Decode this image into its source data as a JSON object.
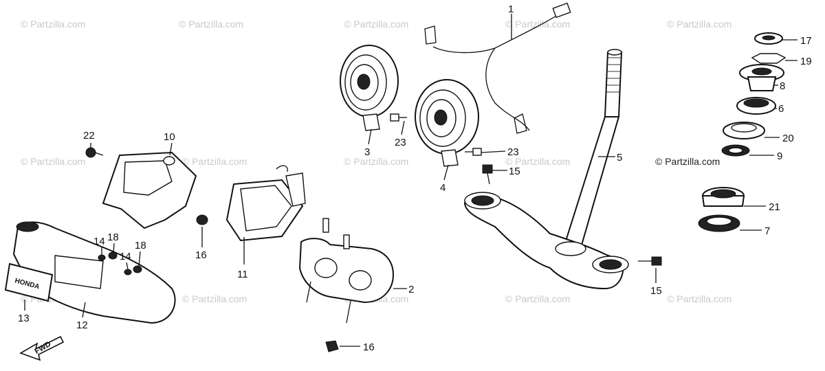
{
  "watermark": "© Partzilla.com",
  "watermark_main": "© Partzilla.com",
  "fwd_label": "FWD",
  "emblem_text": "HONDA",
  "callouts": [
    {
      "id": "c1",
      "text": "1"
    },
    {
      "id": "c2",
      "text": "2"
    },
    {
      "id": "c3",
      "text": "3"
    },
    {
      "id": "c4",
      "text": "4"
    },
    {
      "id": "c5",
      "text": "5"
    },
    {
      "id": "c6",
      "text": "6"
    },
    {
      "id": "c7",
      "text": "7"
    },
    {
      "id": "c8",
      "text": "8"
    },
    {
      "id": "c9",
      "text": "9"
    },
    {
      "id": "c10",
      "text": "10"
    },
    {
      "id": "c11",
      "text": "11"
    },
    {
      "id": "c12",
      "text": "12"
    },
    {
      "id": "c13",
      "text": "13"
    },
    {
      "id": "c14a",
      "text": "14"
    },
    {
      "id": "c14b",
      "text": "14"
    },
    {
      "id": "c15a",
      "text": "15"
    },
    {
      "id": "c15b",
      "text": "15"
    },
    {
      "id": "c16a",
      "text": "16"
    },
    {
      "id": "c16b",
      "text": "16"
    },
    {
      "id": "c17",
      "text": "17"
    },
    {
      "id": "c18a",
      "text": "18"
    },
    {
      "id": "c18b",
      "text": "18"
    },
    {
      "id": "c19",
      "text": "19"
    },
    {
      "id": "c20",
      "text": "20"
    },
    {
      "id": "c21",
      "text": "21"
    },
    {
      "id": "c22",
      "text": "22"
    },
    {
      "id": "c23a",
      "text": "23"
    },
    {
      "id": "c23b",
      "text": "23"
    }
  ]
}
